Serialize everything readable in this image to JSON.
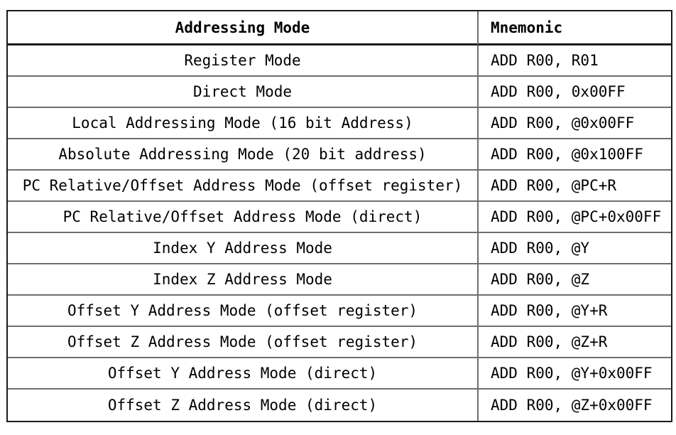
{
  "table": {
    "columns": [
      {
        "key": "mode",
        "header": "Addressing Mode",
        "align": "center"
      },
      {
        "key": "mnemonic",
        "header": "Mnemonic",
        "align": "left"
      }
    ],
    "rows": [
      {
        "mode": "Register Mode",
        "mnemonic": "ADD R00, R01"
      },
      {
        "mode": "Direct Mode",
        "mnemonic": "ADD R00, 0x00FF"
      },
      {
        "mode": "Local Addressing Mode (16 bit Address)",
        "mnemonic": "ADD R00, @0x00FF"
      },
      {
        "mode": "Absolute Addressing Mode (20 bit address)",
        "mnemonic": "ADD R00, @0x100FF"
      },
      {
        "mode": "PC Relative/Offset Address Mode (offset register)",
        "mnemonic": "ADD R00, @PC+R"
      },
      {
        "mode": "PC Relative/Offset Address Mode (direct)",
        "mnemonic": "ADD R00, @PC+0x00FF"
      },
      {
        "mode": "Index Y Address Mode",
        "mnemonic": "ADD R00, @Y"
      },
      {
        "mode": "Index Z Address Mode",
        "mnemonic": "ADD R00, @Z"
      },
      {
        "mode": "Offset Y Address Mode (offset register)",
        "mnemonic": "ADD R00, @Y+R"
      },
      {
        "mode": "Offset Z Address Mode (offset register)",
        "mnemonic": "ADD R00, @Z+R"
      },
      {
        "mode": "Offset Y Address Mode (direct)",
        "mnemonic": "ADD R00, @Y+0x00FF"
      },
      {
        "mode": "Offset Z Address Mode (direct)",
        "mnemonic": "ADD R00, @Z+0x00FF"
      }
    ]
  },
  "style": {
    "outer_border_color": "#1a1a1a",
    "inner_border_color": "#6e6e6e",
    "text_color": "#000000",
    "background_color": "#ffffff"
  }
}
